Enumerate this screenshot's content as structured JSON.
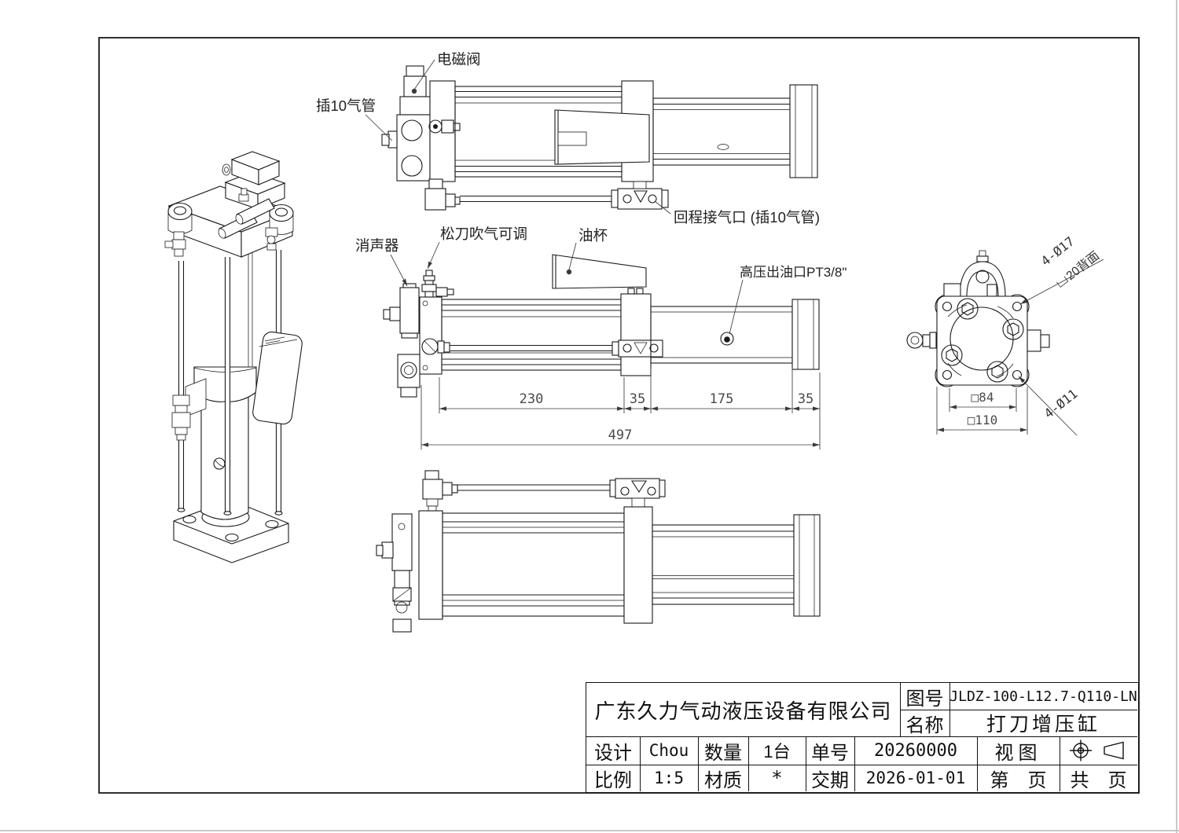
{
  "page": {
    "background": "#ffffff",
    "line_color": "#1a1a1a",
    "edge_color": "#c9c9c9"
  },
  "labels": {
    "solenoid_valve": "电磁阀",
    "air_tube": "插10气管",
    "return_port": "回程接气口 (插10气管)",
    "muffler": "消声器",
    "blow_adjust": "松刀吹气可调",
    "oil_cup": "油杯",
    "hp_outlet": "高压出油口PT3/8\"",
    "holes17": "4-Ø17",
    "holes17_note": "20背面",
    "holes11": "4-Ø11",
    "sq84": "□84",
    "sq110": "□110"
  },
  "dims": {
    "seg1": "230",
    "seg2": "35",
    "seg3": "175",
    "seg4": "35",
    "total": "497"
  },
  "title_block": {
    "company": "广东久力气动液压设备有限公司",
    "drawing_no_label": "图号",
    "drawing_no": "JLDZ-100-L12.7-Q110-LN",
    "name_label": "名称",
    "name": "打刀增压缸",
    "design_label": "设计",
    "designer": "Chou",
    "qty_label": "数量",
    "qty": "1台",
    "order_label": "单号",
    "order_no": "20260000",
    "view_label": "视图",
    "scale_label": "比例",
    "scale": "1:5",
    "material_label": "材质",
    "material": "*",
    "delivery_label": "交期",
    "delivery": "2026-01-01",
    "page_text": "第　页",
    "pages_text": "共　页"
  }
}
